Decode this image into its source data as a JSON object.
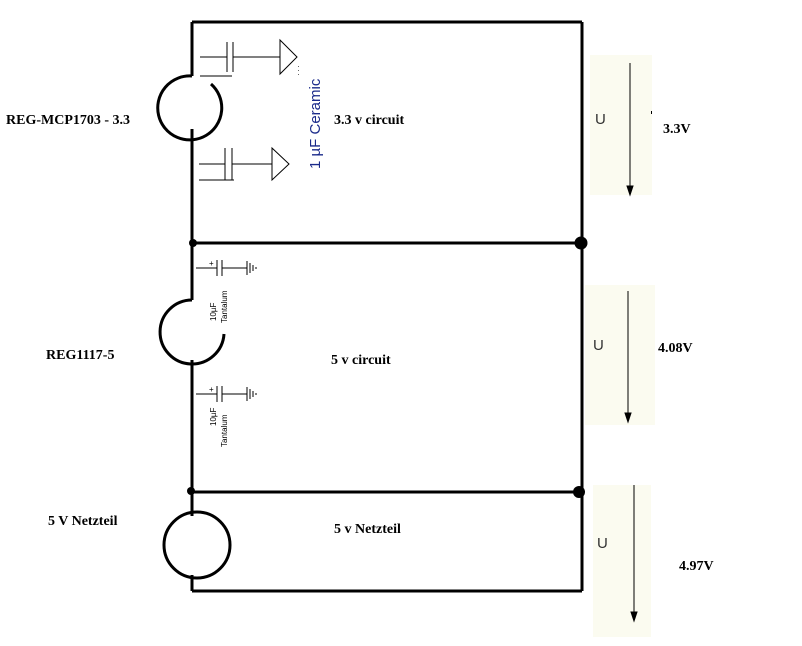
{
  "regulators": {
    "reg_33": "REG-MCP1703 - 3.3",
    "reg_5": "REG1117-5",
    "psu": "5 V Netzteil"
  },
  "circuits": {
    "c33": "3.3 v circuit",
    "c5": "5 v circuit",
    "psu_block": "5 v Netzteil"
  },
  "capacitors": {
    "ceramic_label": "1 µF Ceramic",
    "tantalum_value": "10µF",
    "tantalum_type": "Tantalum",
    "plus_sign": "+"
  },
  "voltages": {
    "u_symbol": "U",
    "v33": "3.3V",
    "v5": "4.08V",
    "vpsu": "4.97V"
  },
  "colors": {
    "wire": "#000000",
    "panel": "#fbfbf0",
    "ceramic_text": "#1a2a8a"
  }
}
